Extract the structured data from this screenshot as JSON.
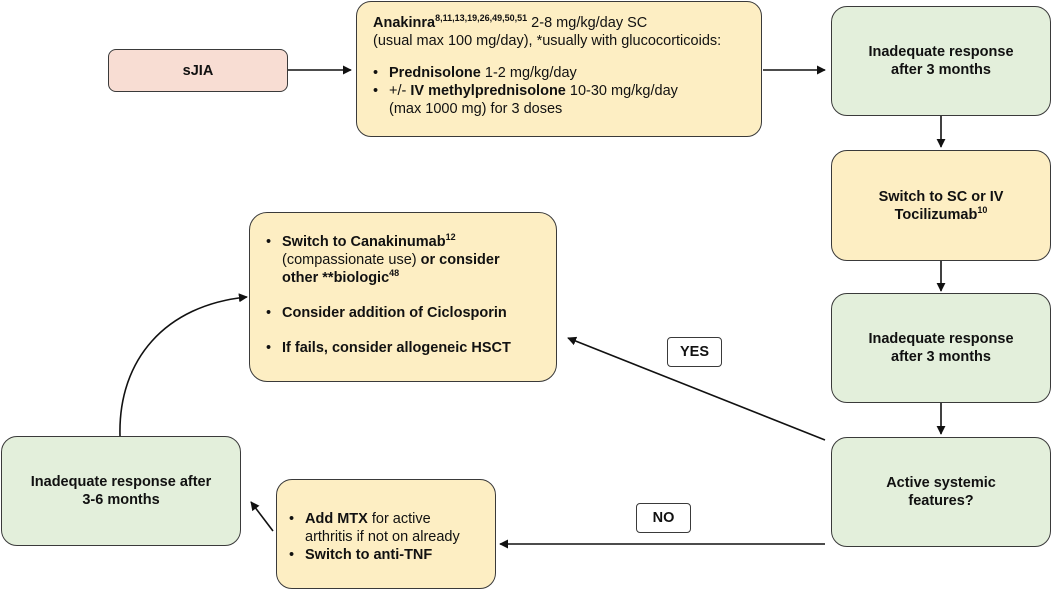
{
  "nodes": {
    "sjia": {
      "label": "sJIA"
    },
    "anakinra": {
      "drug": "Anakinra",
      "refs": "8,11,13,19,26,49,50,51",
      "dose": " 2-8 mg/kg/day SC",
      "line2": "(usual max 100 mg/day), *usually with glucocorticoids:",
      "b1_bold": "Prednisolone",
      "b1_rest": " 1-2 mg/kg/day",
      "b2_pre": "+/- ",
      "b2_bold": "IV methylprednisolone",
      "b2_rest": " 10-30 mg/kg/day",
      "b2_line2": "(max 1000 mg) for 3 doses"
    },
    "inadequate_1": {
      "line1": "Inadequate response",
      "line2": "after 3 months"
    },
    "tocilizumab": {
      "line1": "Switch to SC or IV",
      "line2": "Tocilizumab",
      "ref": "10"
    },
    "inadequate_2": {
      "line1": "Inadequate response",
      "line2": "after 3 months"
    },
    "active_systemic": {
      "line1": "Active systemic",
      "line2": "features?"
    },
    "canakinumab": {
      "b1_bold": "Switch to Canakinumab",
      "b1_ref": "12",
      "b1_rest": "(compassionate use)",
      "b1_or": " or consider",
      "b1_line3": "other **biologic",
      "b1_ref2": "48",
      "b2": "Consider addition of Ciclosporin",
      "b3": "If fails, consider allogeneic HSCT"
    },
    "mtx": {
      "b1_bold": "Add MTX",
      "b1_rest": " for active",
      "b1_line2": "arthritis if not on already",
      "b2": "Switch to anti-TNF"
    },
    "inadequate_3": {
      "line1": "Inadequate response after",
      "line2": "3-6 months"
    }
  },
  "labels": {
    "yes": "YES",
    "no": "NO"
  },
  "colors": {
    "start_fill": "#f8ddd3",
    "treatment_fill": "#fdeec3",
    "assessment_fill": "#e3efdb",
    "stroke": "#3a3a3a"
  }
}
